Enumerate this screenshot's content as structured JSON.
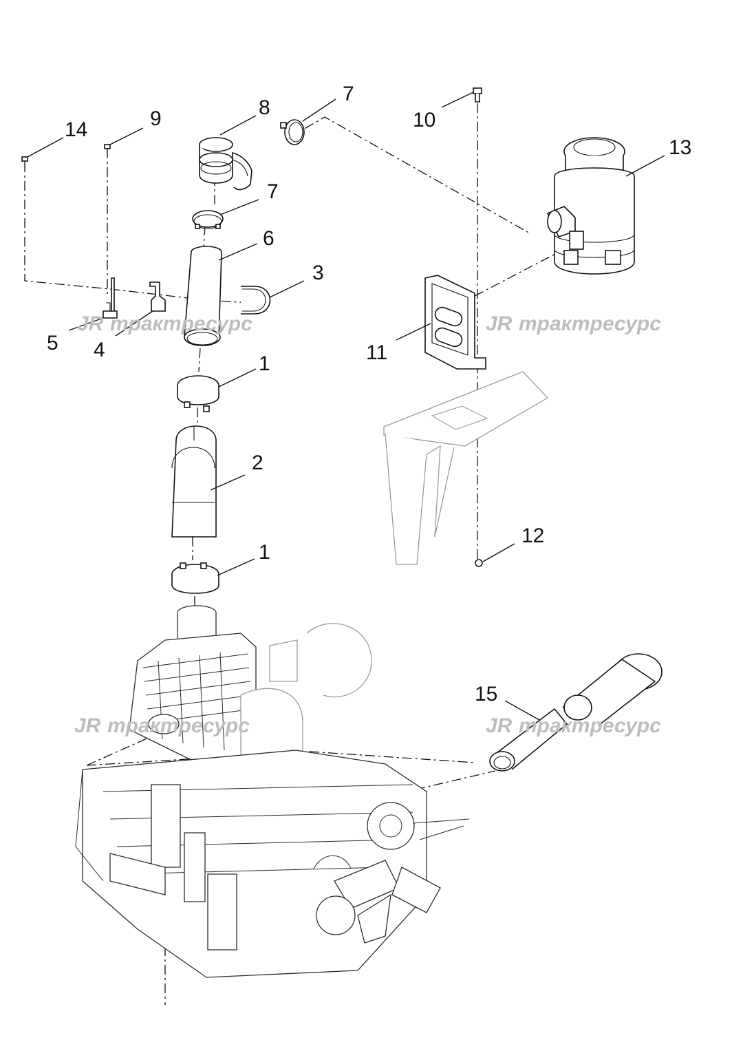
{
  "callouts": {
    "c1a": "1",
    "c1b": "1",
    "c2": "2",
    "c3": "3",
    "c4": "4",
    "c5": "5",
    "c6": "6",
    "c7a": "7",
    "c7b": "7",
    "c8": "8",
    "c9": "9",
    "c10": "10",
    "c11": "11",
    "c12": "12",
    "c13": "13",
    "c14": "14",
    "c15": "15"
  },
  "watermark": {
    "brand": "трактресурс"
  },
  "colors": {
    "line": "#111111",
    "ghost": "#9a9a9a",
    "watermark": "#bdbdbd"
  }
}
